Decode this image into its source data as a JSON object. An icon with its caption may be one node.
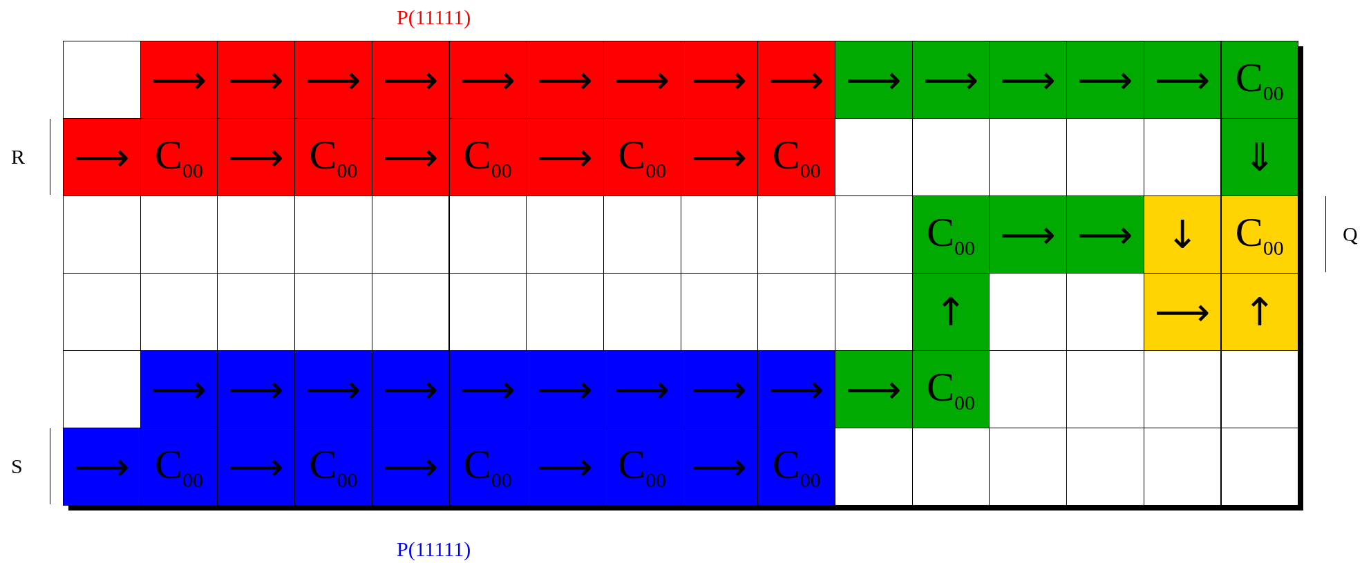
{
  "diagram": {
    "labels": [
      "P(11111)",
      "⟶",
      "⟶",
      "⟶",
      "⟶",
      "⟶",
      "⟶",
      "⟶",
      "⟶",
      "⟶",
      "⟶",
      "⟶",
      "⟶",
      "⟶",
      "⟶",
      "C$_{00}$",
      "R",
      "⟶",
      "C$_{00}$",
      "⟶",
      "C$_{00}$",
      "⟶",
      "C$_{00}$",
      "⟶",
      "C$_{00}$",
      "⟶",
      "C$_{00}$",
      "⇓",
      "C$_{00}$",
      "⟶",
      "⟶",
      "↓",
      "C$_{00}$",
      "Q",
      "↑",
      "⟶",
      "↑",
      "⟶",
      "⟶",
      "⟶",
      "⟶",
      "⟶",
      "⟶",
      "⟶",
      "⟶",
      "⟶",
      "⟶",
      "C$_{00}$",
      "S",
      "⟶",
      "C$_{00}$",
      "⟶",
      "C$_{00}$",
      "⟶",
      "C$_{00}$",
      "⟶",
      "C$_{00}$",
      "⟶",
      "C$_{00}$",
      "P(11111)"
    ]
  }
}
